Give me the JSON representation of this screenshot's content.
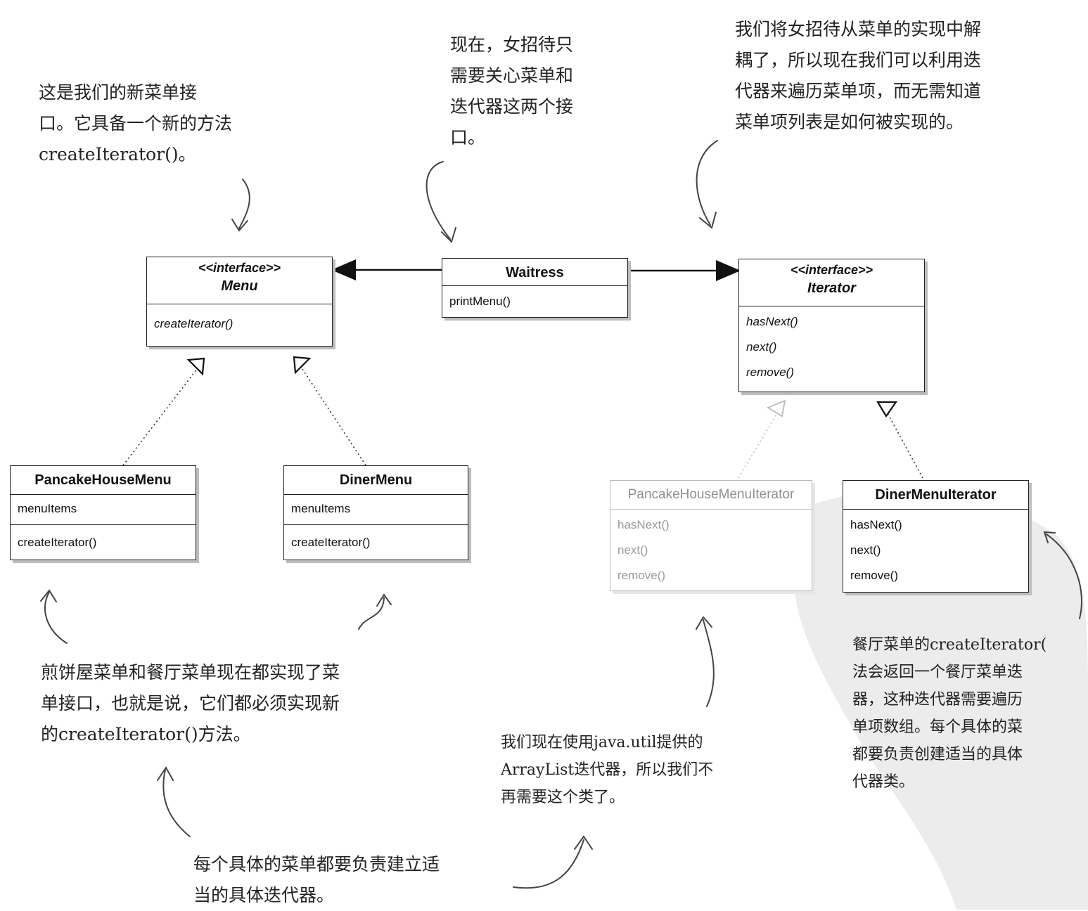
{
  "classes": {
    "menu": {
      "stereotype": "<<interface>>",
      "name": "Menu",
      "methods": [
        "createIterator()"
      ]
    },
    "waitress": {
      "name": "Waitress",
      "methods": [
        "printMenu()"
      ]
    },
    "iterator": {
      "stereotype": "<<interface>>",
      "name": "Iterator",
      "methods": [
        "hasNext()",
        "next()",
        "remove()"
      ]
    },
    "pancake_menu": {
      "name": "PancakeHouseMenu",
      "fields": [
        "menuItems"
      ],
      "methods": [
        "createIterator()"
      ]
    },
    "diner_menu": {
      "name": "DinerMenu",
      "fields": [
        "menuItems"
      ],
      "methods": [
        "createIterator()"
      ]
    },
    "pancake_iterator": {
      "name": "PancakeHouseMenuIterator",
      "methods": [
        "hasNext()",
        "next()",
        "remove()"
      ]
    },
    "diner_iterator": {
      "name": "DinerMenuIterator",
      "methods": [
        "hasNext()",
        "next()",
        "remove()"
      ]
    }
  },
  "notes": {
    "menu_interface": "这是我们的新菜单接\n口。它具备一个新的方法\ncreateIterator()。",
    "waitress": "现在，女招待只\n需要关心菜单和\n迭代器这两个接\n口。",
    "decouple": "我们将女招待从菜单的实现中解\n耦了，所以现在我们可以利用迭\n代器来遍历菜单项，而无需知道\n菜单项列表是如何被实现的。",
    "implement": "煎饼屋菜单和餐厅菜单现在都实现了菜\n单接口，也就是说，它们都必须实现新\n的createIterator()方法。",
    "arraylist": "我们现在使用java.util提供的\nArrayList迭代器，所以我们不\n再需要这个类了。",
    "concrete": "每个具体的菜单都要负责建立适\n当的具体迭代器。",
    "diner_iterator": "餐厅菜单的createIterator(\n法会返回一个餐厅菜单迭\n器，这种迭代器需要遍历\n单项数组。每个具体的菜\n都要负责创建适当的具体\n代器类。"
  }
}
